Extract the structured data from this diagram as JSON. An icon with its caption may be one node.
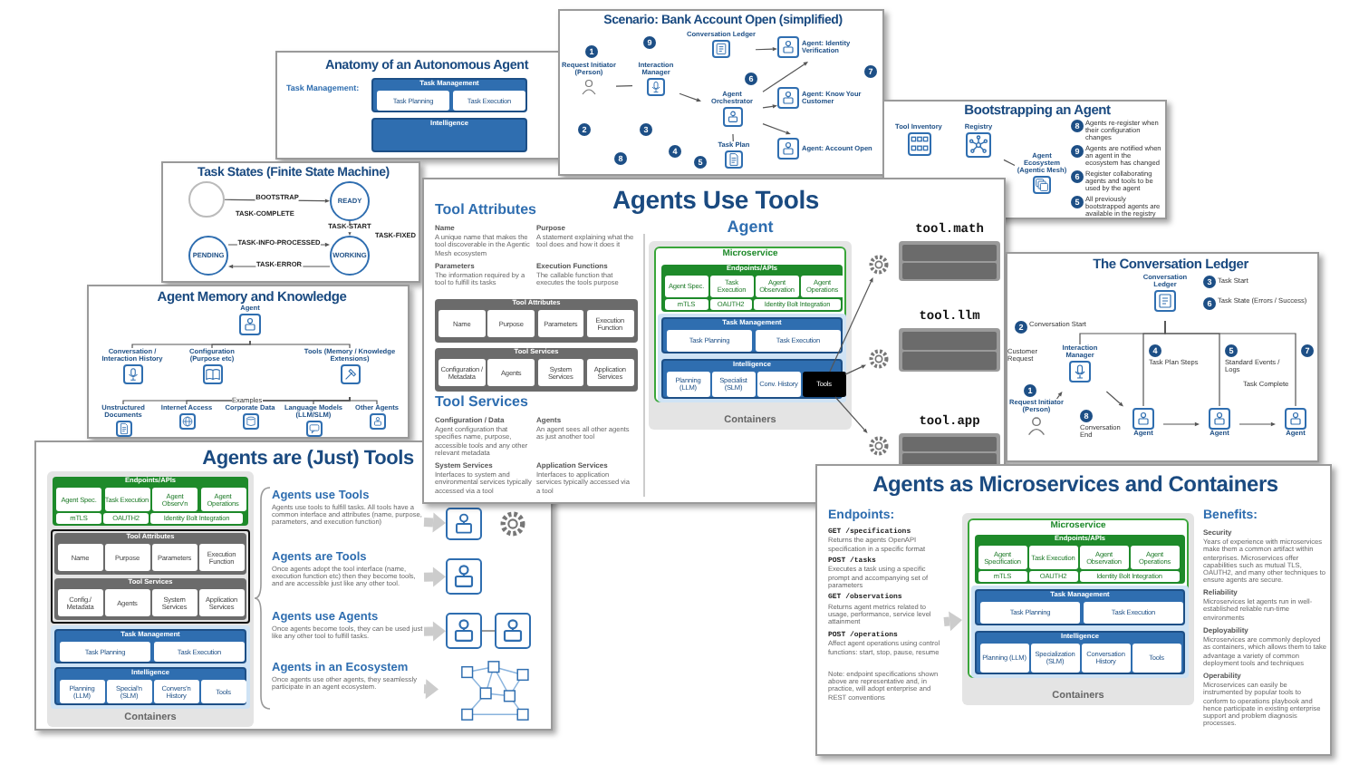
{
  "diagram": {
    "nodes": [
      {
        "text": [
          "Anatomy of an Autonomous Agent"
        ]
      },
      {
        "text": [
          "Task Management"
        ],
        "in": 0
      },
      {
        "text": [
          "Task Planning"
        ],
        "in": 1
      },
      {
        "text": [
          "Task Execution"
        ],
        "in": 1
      },
      {
        "text": [
          "Intelligence"
        ],
        "in": 0
      },
      {
        "text": [
          "Scenario: Bank Account Open (simplified)"
        ]
      },
      {
        "text": [
          "Request Initiator (Person)"
        ],
        "in": 5
      },
      {
        "text": [
          "Interaction Manager"
        ],
        "in": 5
      },
      {
        "text": [
          "Conversation Ledger"
        ],
        "in": 5
      },
      {
        "text": [
          "Agent Orchestrator"
        ],
        "in": 5
      },
      {
        "text": [
          "Agent: Identity Verification"
        ],
        "in": 5
      },
      {
        "text": [
          "Agent: Know Your Customer"
        ],
        "in": 5
      },
      {
        "text": [
          "Agent: Account Open"
        ],
        "in": 5
      },
      {
        "text": [
          "Task Plan"
        ],
        "in": 5
      },
      {
        "text": [
          "Bootstrapping an Agent"
        ]
      },
      {
        "text": [
          "Tool Inventory"
        ],
        "in": 14
      },
      {
        "text": [
          "Registry"
        ],
        "in": 14
      },
      {
        "text": [
          "Agent Ecosystem (Agentic Mesh)"
        ],
        "in": 14
      },
      {
        "text": [
          "Task States (Finite State Machine)"
        ]
      },
      {
        "text": [],
        "shape": "circle",
        "in": 18
      },
      {
        "text": [
          "READY"
        ],
        "in": 18
      },
      {
        "text": [
          "WORKING"
        ],
        "in": 18
      },
      {
        "text": [
          "PENDING"
        ],
        "in": 18
      },
      {
        "text": [
          "Agent Memory and Knowledge"
        ]
      },
      {
        "text": [
          "Agent"
        ],
        "in": 23
      },
      {
        "text": [
          "Conversation / Interaction History"
        ],
        "in": 23
      },
      {
        "text": [
          "Configuration (Purpose etc)"
        ],
        "in": 23
      },
      {
        "text": [
          "Tools (Memory / Knowledge Extensions)"
        ],
        "in": 23
      },
      {
        "text": [
          "Unstructured Documents"
        ],
        "in": 23
      },
      {
        "text": [
          "Internet Access"
        ],
        "in": 23
      },
      {
        "text": [
          "Corporate Data"
        ],
        "in": 23
      },
      {
        "text": [
          "Language Models (LLM/SLM)"
        ],
        "in": 23
      },
      {
        "text": [
          "Other Agents"
        ],
        "in": 23
      },
      {
        "text": [
          "Agents Use Tools"
        ]
      },
      {
        "text": [
          "Tool Attributes"
        ],
        "in": 33
      },
      {
        "text": [
          "Name"
        ],
        "in": 34
      },
      {
        "text": [
          "Purpose"
        ],
        "in": 34
      },
      {
        "text": [
          "Parameters"
        ],
        "in": 34
      },
      {
        "text": [
          "Execution Function"
        ],
        "in": 34
      },
      {
        "text": [
          "Tool Services"
        ],
        "in": 33
      },
      {
        "text": [
          "Configuration / Metadata"
        ],
        "in": 39
      },
      {
        "text": [
          "Agents"
        ],
        "in": 39
      },
      {
        "text": [
          "System Services"
        ],
        "in": 39
      },
      {
        "text": [
          "Application Services"
        ],
        "in": 39
      },
      {
        "text": [
          "Agent",
          "Containers"
        ],
        "in": 33
      },
      {
        "text": [
          "Microservice"
        ],
        "in": 44
      },
      {
        "text": [
          "Endpoints/APIs"
        ],
        "in": 45
      },
      {
        "text": [
          "Agent Spec."
        ],
        "in": 46
      },
      {
        "text": [
          "Task Execution"
        ],
        "in": 46
      },
      {
        "text": [
          "Agent Observation"
        ],
        "in": 46
      },
      {
        "text": [
          "Agent Operations"
        ],
        "in": 46
      },
      {
        "text": [
          "mTLS"
        ],
        "in": 46
      },
      {
        "text": [
          "OAUTH2"
        ],
        "in": 46
      },
      {
        "text": [
          "Identity Bolt Integration"
        ],
        "in": 46
      },
      {
        "text": [
          "Task Management"
        ],
        "in": 45
      },
      {
        "text": [
          "Task Planning"
        ],
        "in": 54
      },
      {
        "text": [
          "Task Execution"
        ],
        "in": 54
      },
      {
        "text": [
          "Intelligence"
        ],
        "in": 45
      },
      {
        "text": [
          "Planning (LLM)"
        ],
        "in": 57
      },
      {
        "text": [
          "Specialist (SLM)"
        ],
        "in": 57
      },
      {
        "text": [
          "Conv. History"
        ],
        "in": 57
      },
      {
        "text": [
          "Tools"
        ],
        "in": 57
      },
      {
        "text": [
          "tool.math"
        ],
        "in": 33
      },
      {
        "text": [
          "tool.llm"
        ],
        "in": 33
      },
      {
        "text": [
          "tool.app"
        ],
        "in": 33
      },
      {
        "text": [],
        "shape": "picture",
        "in": 33
      },
      {
        "text": [],
        "shape": "picture",
        "in": 33
      },
      {
        "text": [],
        "shape": "picture",
        "in": 33
      },
      {
        "text": [
          "Agents are (Just) Tools"
        ]
      },
      {
        "text": [
          "Containers"
        ],
        "in": 68
      },
      {
        "text": [
          "Endpoints/APIs"
        ],
        "in": 69
      },
      {
        "text": [
          "Agent Spec."
        ],
        "in": 70
      },
      {
        "text": [
          "Task Execution"
        ],
        "in": 70
      },
      {
        "text": [
          "Agent Observ'n"
        ],
        "in": 70
      },
      {
        "text": [
          "Agent Operations"
        ],
        "in": 70
      },
      {
        "text": [
          "mTLS"
        ],
        "in": 70
      },
      {
        "text": [
          "OAUTH2"
        ],
        "in": 70
      },
      {
        "text": [
          "Identity Bolt Integration"
        ],
        "in": 70
      },
      {
        "text": [
          "Tool Attributes"
        ],
        "in": 69
      },
      {
        "text": [
          "Name"
        ],
        "in": 78
      },
      {
        "text": [
          "Purpose"
        ],
        "in": 78
      },
      {
        "text": [
          "Parameters"
        ],
        "in": 78
      },
      {
        "text": [
          "Execution Function"
        ],
        "in": 78
      },
      {
        "text": [
          "Tool Services"
        ],
        "in": 69
      },
      {
        "text": [
          "Config./ Metadata"
        ],
        "in": 83
      },
      {
        "text": [
          "Agents"
        ],
        "in": 83
      },
      {
        "text": [
          "System Services"
        ],
        "in": 83
      },
      {
        "text": [
          "Application Services"
        ],
        "in": 83
      },
      {
        "text": [
          "Task Management"
        ],
        "in": 69
      },
      {
        "text": [
          "Task Planning"
        ],
        "in": 88
      },
      {
        "text": [
          "Task Execution"
        ],
        "in": 88
      },
      {
        "text": [
          "Intelligence"
        ],
        "in": 69
      },
      {
        "text": [
          "Planning (LLM)"
        ],
        "in": 91
      },
      {
        "text": [
          "Special'n (SLM)"
        ],
        "in": 91
      },
      {
        "text": [
          "Convers'n History"
        ],
        "in": 91
      },
      {
        "text": [
          "Tools"
        ],
        "in": 91
      },
      {
        "text": [
          "Agents use Tools",
          "Agents use tools to fulfill tasks.  All tools have a common interface and attributes (name, purpose, parameters, and execution function)"
        ],
        "in": 68
      },
      {
        "text": [],
        "shape": "picture",
        "in": 68
      },
      {
        "text": [],
        "shape": "picture",
        "in": 68
      },
      {
        "text": [
          "Agents are Tools",
          "Once agents adopt the tool interface (name, execution function etc) then they become tools, and are accessible just like any other tool."
        ],
        "in": 68
      },
      {
        "text": [],
        "shape": "picture",
        "in": 68
      },
      {
        "text": [
          "Agents use Agents",
          "Once agents become tools, they can be used just like any other tool to fulfill tasks."
        ],
        "in": 68
      },
      {
        "text": [],
        "shape": "picture",
        "in": 68
      },
      {
        "text": [],
        "shape": "picture",
        "in": 68
      },
      {
        "text": [
          "Agents in an Ecosystem",
          "Once agents use other agents, they seamlessly participate in an agent ecosystem."
        ],
        "in": 68
      },
      {
        "text": [],
        "shape": "picture",
        "in": 68
      },
      {
        "text": [
          "Agents as Microservices and Containers"
        ]
      },
      {
        "text": [
          "Endpoints:",
          "GET /specifications",
          "Returns the agents OpenAPI specification in a specific format",
          "POST /tasks",
          "Executes a task using a specific prompt and accompanying set of parameters",
          "GET /observations",
          "Returns agent metrics related to usage, performance, service level attainment",
          "POST /operations",
          "Affect agent operations using control functions: start, stop, pause, resume",
          "Note: endpoint specifications shown above are representative and, in practice, will adopt enterprise and REST conventions"
        ],
        "in": 106
      },
      {
        "text": [
          "Containers"
        ],
        "in": 106
      },
      {
        "text": [
          "Microservice"
        ],
        "in": 108
      },
      {
        "text": [
          "Endpoints/APIs"
        ],
        "in": 109
      },
      {
        "text": [
          "Agent Specification"
        ],
        "in": 110
      },
      {
        "text": [
          "Task Execution"
        ],
        "in": 110
      },
      {
        "text": [
          "Agent Observation"
        ],
        "in": 110
      },
      {
        "text": [
          "Agent Operations"
        ],
        "in": 110
      },
      {
        "text": [
          "mTLS"
        ],
        "in": 110
      },
      {
        "text": [
          "OAUTH2"
        ],
        "in": 110
      },
      {
        "text": [
          "Identity Bolt Integration"
        ],
        "in": 110
      },
      {
        "text": [
          "Task Management"
        ],
        "in": 109
      },
      {
        "text": [
          "Task Planning"
        ],
        "in": 118
      },
      {
        "text": [
          "Task Execution"
        ],
        "in": 118
      },
      {
        "text": [
          "Intelligence"
        ],
        "in": 109
      },
      {
        "text": [
          "Planning (LLM)"
        ],
        "in": 121
      },
      {
        "text": [
          "Specialization (SLM)"
        ],
        "in": 121
      },
      {
        "text": [
          "Conversation History"
        ],
        "in": 121
      },
      {
        "text": [
          "Tools"
        ],
        "in": 121
      },
      {
        "text": [
          "The Conversation Ledger"
        ]
      },
      {
        "text": [
          "Conversation Ledger"
        ],
        "in": 126
      },
      {
        "text": [
          "Interaction Manager"
        ],
        "in": 126
      },
      {
        "text": [
          "Request Initiator (Person)"
        ],
        "in": 126
      },
      {
        "text": [
          "Agent"
        ],
        "in": 126
      },
      {
        "text": [
          "Agent"
        ],
        "in": 126
      },
      {
        "text": [
          "Agent"
        ],
        "in": 126
      }
    ],
    "edges": [
      {
        "from": 6,
        "to": 7,
        "arrow": "none"
      },
      {
        "from": 7,
        "to": 9,
        "arrow": "to"
      },
      {
        "from": 9,
        "to": 10,
        "arrow": "to"
      },
      {
        "from": 9,
        "to": 11,
        "arrow": "to"
      },
      {
        "from": 9,
        "to": 12,
        "arrow": "to"
      },
      {
        "from": 9,
        "to": 13,
        "arrow": "none"
      },
      {
        "from": 8,
        "to": 10,
        "arrow": "to"
      },
      {
        "from": 16,
        "to": 17,
        "arrow": "none"
      },
      {
        "from": 19,
        "to": 20,
        "arrow": "to",
        "label": "BOOTSTRAP"
      },
      {
        "from": 20,
        "to": 21,
        "arrow": "to",
        "label": "TASK-START"
      },
      {
        "from": 22,
        "to": 21,
        "arrow": "to",
        "label": "TASK-INFO-PROCESSED"
      },
      {
        "from": 21,
        "to": 22,
        "arrow": "to",
        "label": "TASK-ERROR"
      },
      {
        "from": 24,
        "to": 25,
        "arrow": "none"
      },
      {
        "from": 24,
        "to": 26,
        "arrow": "none"
      },
      {
        "from": 24,
        "to": 27,
        "arrow": "none"
      },
      {
        "from": 27,
        "to": 28,
        "arrow": "none"
      },
      {
        "from": 27,
        "to": 29,
        "arrow": "none"
      },
      {
        "from": 27,
        "to": 30,
        "arrow": "none"
      },
      {
        "from": 27,
        "to": 31,
        "arrow": "none"
      },
      {
        "from": 27,
        "to": 32,
        "arrow": "none"
      },
      {
        "from": 61,
        "to": 65,
        "arrow": "to"
      },
      {
        "from": 61,
        "to": 66,
        "arrow": "to"
      },
      {
        "from": 61,
        "to": 67,
        "arrow": "to"
      },
      {
        "from": 96,
        "to": 97,
        "arrow": "to",
        "style": "thick",
        "color": "#cccccc"
      },
      {
        "from": 99,
        "to": 100,
        "arrow": "to",
        "style": "thick",
        "color": "#cccccc"
      },
      {
        "from": 101,
        "to": 102,
        "arrow": "to",
        "style": "thick",
        "color": "#cccccc"
      },
      {
        "from": 104,
        "to": 105,
        "arrow": "to",
        "style": "thick",
        "color": "#cccccc"
      },
      {
        "from": 102,
        "to": 103,
        "arrow": "none"
      },
      {
        "from": 107,
        "to": 108,
        "arrow": "to",
        "style": "thick",
        "color": "#cccccc"
      },
      {
        "from": 129,
        "to": 128,
        "arrow": "to"
      },
      {
        "from": 128,
        "to": 130,
        "arrow": "to"
      },
      {
        "from": 130,
        "to": 131,
        "arrow": "to"
      },
      {
        "from": 131,
        "to": 132,
        "arrow": "to"
      },
      {
        "from": 127,
        "to": 128,
        "arrow": "none"
      },
      {
        "from": 127,
        "to": 130,
        "arrow": "none"
      },
      {
        "from": 127,
        "to": 131,
        "arrow": "none"
      },
      {
        "from": 127,
        "to": 132,
        "arrow": "none"
      }
    ],
    "labels": [
      "Task Management:",
      "1",
      "2",
      "3",
      "4",
      "5",
      "6",
      "7",
      "8",
      "9",
      "8",
      "Agents re-register when their configuration changes",
      "9",
      "Agents are notified when an agent in the ecosystem has changed",
      "5",
      "6",
      "Register collaborating agents and tools to be used by the agent",
      "All previously bootstrapped agents are available in the registry",
      "TASK-FIXED",
      "TASK-COMPLETE",
      "Examples",
      "Tool Attributes",
      "Name",
      "A unique name that makes the tool discoverable in the Agentic Mesh ecosystem",
      "Purpose",
      "A statement explaining what the tool does and how it does it",
      "Parameters",
      "The information required by a tool to fulfill its tasks",
      "Execution Functions",
      "The callable function that executes the tools purpose",
      "Tool Services",
      "Configuration / Data",
      "Agent configuration that specifies name, purpose, accessible tools and any other relevant metadata",
      "Agents",
      "An agent sees all other agents as just another tool",
      "System Services",
      "Interfaces to system and environmental services typically accessed via a tool",
      "Application Services",
      "Interfaces to application services typically accessed via a tool",
      "Benefits:",
      "Security",
      "Years of experience with microservices make them a common artifact within enterprises. Microservices offer capabilities such as mutual TLS, OAUTH2, and many other techniques to ensure agents are secure.",
      "Reliability",
      "Microservices let agents run in well-established reliable run-time environments",
      "Deployability",
      "Microservices are commonly deployed as containers, which allows them to take advantage a variety of common deployment tools and techniques",
      "Operability",
      "Microservices can easily be instrumented by popular tools to conform to operations playbook and hence participate in existing enterprise support and problem diagnosis processes.",
      "1",
      "Customer Request",
      "2",
      "Conversation Start",
      "3",
      "Task Start",
      "4",
      "Task Plan Steps",
      "5",
      "Standard Events / Logs",
      "6",
      "Task State (Errors / Success)",
      "7",
      "Task Complete",
      "8",
      "Conversation End"
    ]
  }
}
